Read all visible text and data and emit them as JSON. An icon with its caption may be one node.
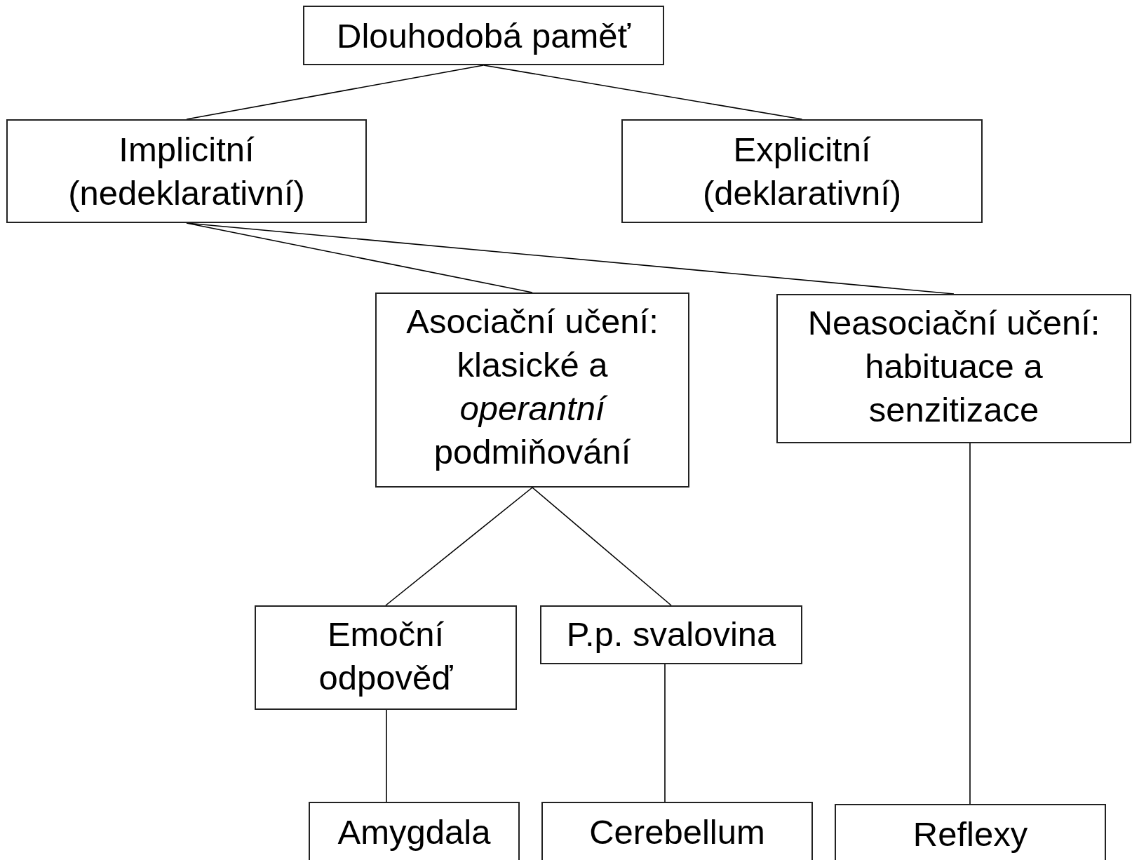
{
  "diagram": {
    "nodes": [
      {
        "text": [
          "Dlouhodobá paměť"
        ]
      },
      {
        "text": [
          "Implicitní (nedeklarativní)"
        ]
      },
      {
        "text": [
          "Explicitní (deklarativní)"
        ]
      },
      {
        "text": [
          "Asociační učení: klasické a *operantní* podmiňování"
        ]
      },
      {
        "text": [
          "Neasociační učení: habituace a senzitizace"
        ]
      },
      {
        "text": [
          "Emoční odpověď"
        ]
      },
      {
        "text": [
          "P.p. svalovina"
        ]
      },
      {
        "text": [
          "Amygdala"
        ]
      },
      {
        "text": [
          "Cerebellum"
        ]
      },
      {
        "text": [
          "Reflexy"
        ]
      }
    ],
    "edges": [
      {
        "from": 0,
        "to": 1,
        "arrow": "none"
      },
      {
        "from": 0,
        "to": 2,
        "arrow": "none"
      },
      {
        "from": 1,
        "to": 3,
        "arrow": "none"
      },
      {
        "from": 1,
        "to": 4,
        "arrow": "none"
      },
      {
        "from": 3,
        "to": 5,
        "arrow": "none"
      },
      {
        "from": 3,
        "to": 6,
        "arrow": "none"
      },
      {
        "from": 4,
        "to": 9,
        "arrow": "none"
      },
      {
        "from": 5,
        "to": 7,
        "arrow": "none"
      },
      {
        "from": 6,
        "to": 8,
        "arrow": "none"
      }
    ]
  }
}
